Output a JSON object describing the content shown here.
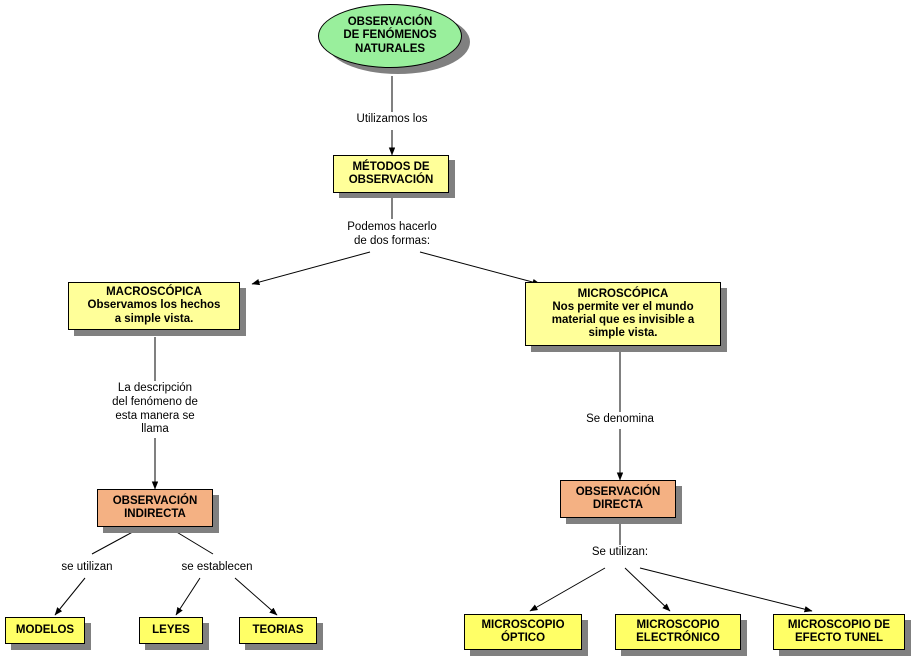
{
  "diagram": {
    "title": "Observación de fenómenos naturales",
    "colors": {
      "root_fill": "#99ef9c",
      "yellow_fill": "#ffff66",
      "pale_yellow_fill": "#ffff99",
      "salmon_fill": "#f4b183",
      "shadow": "#808080",
      "stroke": "#000000"
    },
    "nodes": [
      {
        "id": "root",
        "label": "OBSERVACIÓN\nDE FENÓMENOS\nNATURALES"
      },
      {
        "id": "metodos",
        "label": "MÉTODOS DE\nOBSERVACIÓN"
      },
      {
        "id": "macroscopica",
        "label": "MACROSCÓPICA\nObservamos los hechos\na simple vista."
      },
      {
        "id": "microscopica",
        "label": "MICROSCÓPICA\nNos permite ver el mundo\nmaterial que es invisible a\nsimple vista."
      },
      {
        "id": "obs_indirecta",
        "label": "OBSERVACIÓN\nINDIRECTA"
      },
      {
        "id": "obs_directa",
        "label": "OBSERVACIÓN\nDIRECTA"
      },
      {
        "id": "modelos",
        "label": "MODELOS"
      },
      {
        "id": "leyes",
        "label": "LEYES"
      },
      {
        "id": "teorias",
        "label": "TEORIAS"
      },
      {
        "id": "micro_optico",
        "label": "MICROSCOPIO\nÓPTICO"
      },
      {
        "id": "micro_electronico",
        "label": "MICROSCOPIO\nELECTRÓNICO"
      },
      {
        "id": "micro_tunel",
        "label": "MICROSCOPIO DE\nEFECTO TUNEL"
      }
    ],
    "edge_labels": [
      {
        "id": "e1",
        "text": "Utilizamos los"
      },
      {
        "id": "e2",
        "text": "Podemos hacerlo\nde dos formas:"
      },
      {
        "id": "e3",
        "text": "La descripción\ndel fenómeno de\nesta manera se\nllama"
      },
      {
        "id": "e4",
        "text": "Se denomina"
      },
      {
        "id": "e5",
        "text": "se utilizan"
      },
      {
        "id": "e6",
        "text": "se establecen"
      },
      {
        "id": "e7",
        "text": "Se utilizan:"
      }
    ]
  }
}
